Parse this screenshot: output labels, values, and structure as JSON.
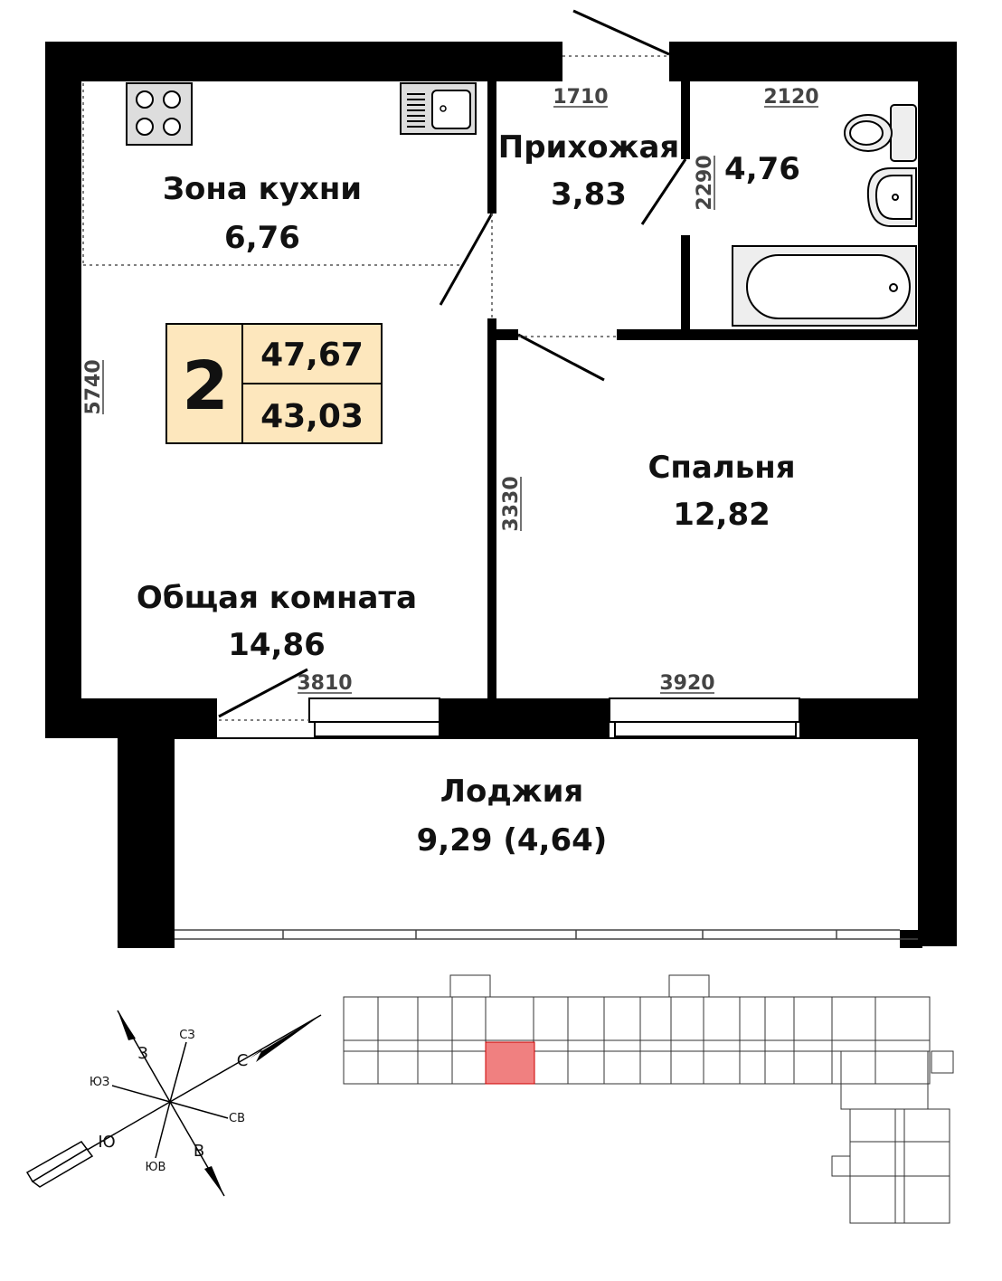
{
  "apartment": {
    "rooms_count": "2",
    "total_area": "47,67",
    "living_area": "43,03",
    "badge_color": "#fde7bd",
    "highlight_color": "#f08080"
  },
  "rooms": {
    "kitchen": {
      "name": "Зона кухни",
      "area": "6,76"
    },
    "hallway": {
      "name": "Прихожая",
      "area": "3,83"
    },
    "bathroom": {
      "area": "4,76"
    },
    "living": {
      "name": "Общая комната",
      "area": "14,86"
    },
    "bedroom": {
      "name": "Спальня",
      "area": "12,82"
    },
    "loggia": {
      "name": "Лоджия",
      "area": "9,29 (4,64)"
    }
  },
  "dimensions": {
    "hall_width": "1710",
    "bath_width": "2120",
    "bath_height": "2290",
    "living_height": "5740",
    "bedroom_height": "3330",
    "living_width": "3810",
    "bedroom_width": "3920"
  },
  "compass": {
    "north": "С",
    "south": "Ю",
    "east": "В",
    "west": "З",
    "northwest": "СЗ",
    "southwest": "ЮЗ",
    "northeast": "СВ",
    "southeast": "ЮВ"
  }
}
